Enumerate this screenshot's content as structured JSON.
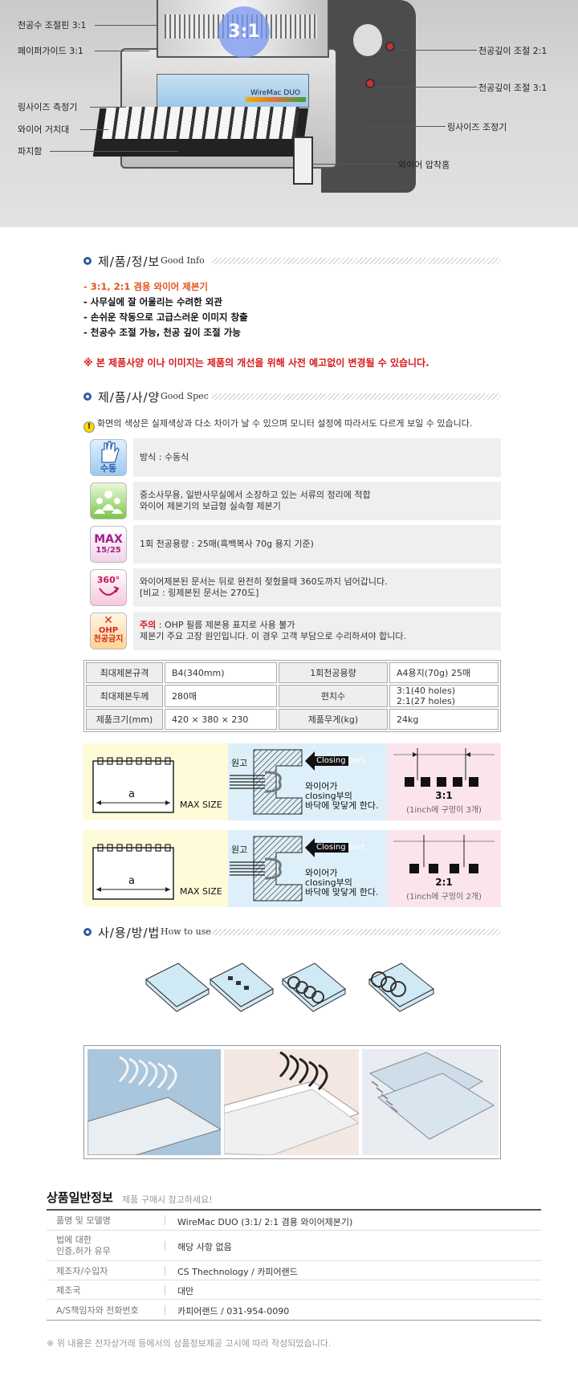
{
  "hero": {
    "badge": "3:1",
    "brand_label": "WireMac DUO",
    "callouts": {
      "pin_adjust": "천공수 조절핀 3:1",
      "paper_guide": "페이퍼가이드 3:1",
      "ring_size_gauge": "링사이즈 측정기",
      "wire_holder": "와이어 거치대",
      "scrap_tray": "파지함",
      "depth_21": "천공깊이 조절 2:1",
      "depth_31": "천공깊이 조절 3:1",
      "ring_size_adjuster": "링사이즈 조정기",
      "wire_closer": "와이어 압착홈"
    }
  },
  "info_section": {
    "title": "제/품/정/보",
    "subtitle": "Good Info",
    "lines": [
      "- 3:1, 2:1 겸용 와이어 제본기",
      "- 사무실에 잘 어울리는 수려한 외관",
      "- 손쉬운 작동으로 고급스러운 이미지 창출",
      "- 천공수 조절 가능, 천공 깊이 조절 가능"
    ],
    "notice": "※ 본 제품사양 이나 이미지는 제품의 개선을 위해 사전 예고없이 변경될 수 있습니다."
  },
  "spec_section": {
    "title": "제/품/사/양",
    "subtitle": "Good Spec",
    "warning": "화면의 색상은 실제색상과 다소 차이가 날 수 있으며 모니터 설정에 따라서도 다르게 보일 수 있습니다.",
    "rows": [
      {
        "icon_text": "수동",
        "line1": "방식 : 수동식",
        "line2": ""
      },
      {
        "icon_text": "",
        "line1": "중소사무용, 일반사무실에서 소장하고 있는 서류의 정리에 적합",
        "line2": "와이어 제본기의 보급형 실속형 제본기"
      },
      {
        "icon_text": "MAX",
        "icon_sub": "15/25",
        "line1": "1회 천공용량 : 25매(흑백복사 70g 용지 기준)",
        "line2": ""
      },
      {
        "icon_text": "360°",
        "line1": "와이어제본된 문서는 뒤로 완전히 젖혔을때 360도까지 넘어갑니다.",
        "line2": "[비교 : 링제본된 문서는 270도]"
      },
      {
        "icon_text": "OHP",
        "icon_sub": "천공금지",
        "line1_prefix": "주의",
        "line1": " : OHP 필름 제본용 표지로 사용 불가",
        "line2": "제본기 주요 고장 원인입니다. 이 경우 고객 부담으로 수리하셔야 합니다."
      }
    ],
    "table": [
      [
        "최대제본규격",
        "B4(340mm)",
        "1회천공용량",
        "A4용지(70g) 25매"
      ],
      [
        "최대제본두께",
        "280매",
        "편치수",
        "3:1(40 holes)\n2:1(27 holes)"
      ],
      [
        "제품크기(mm)",
        "420 × 380 × 230",
        "제품무게(kg)",
        "24kg"
      ]
    ]
  },
  "diagrams": [
    {
      "a_label": "a",
      "max_size": "MAX SIZE",
      "paper": "원고",
      "closing_part": "Closing part",
      "desc": [
        "와이어가",
        "closing부의",
        "바닥에 맞닿게 한다."
      ],
      "ratio": "3:1",
      "holes": "(1inch에 구멍이 3개)"
    },
    {
      "a_label": "a",
      "max_size": "MAX SIZE",
      "paper": "원고",
      "closing_part": "Closing part",
      "desc": [
        "와이어가",
        "closing부의",
        "바닥에 맞닿게 한다."
      ],
      "ratio": "2:1",
      "holes": "(1inch에 구멍이 2개)"
    }
  ],
  "howto_section": {
    "title": "사/용/방/법",
    "subtitle": "How to use"
  },
  "general_info": {
    "title": "상품일반정보",
    "subtitle": "제품 구매시 참고하세요!",
    "rows": [
      {
        "key": "품명 및 모델명",
        "value": "WireMac DUO (3:1/ 2:1 겸용 와이어제본기)"
      },
      {
        "key": "법에 대한\n인증,허가 유무",
        "value": "해당 사항 없음"
      },
      {
        "key": "제조자/수입자",
        "value": "CS Thechnology / 카피어랜드"
      },
      {
        "key": "제조국",
        "value": "대만"
      },
      {
        "key": "A/S책임자와 전화번호",
        "value": "카피어랜드 / 031-954-0090"
      }
    ],
    "footnote": "※ 위 내용은 전자상거래 등에서의 상품정보제공 고시에 따라 작성되었습니다."
  },
  "colors": {
    "accent_orange": "#e0541c",
    "notice_red": "#d61a1a",
    "heading_blue": "#2c5d9c"
  }
}
